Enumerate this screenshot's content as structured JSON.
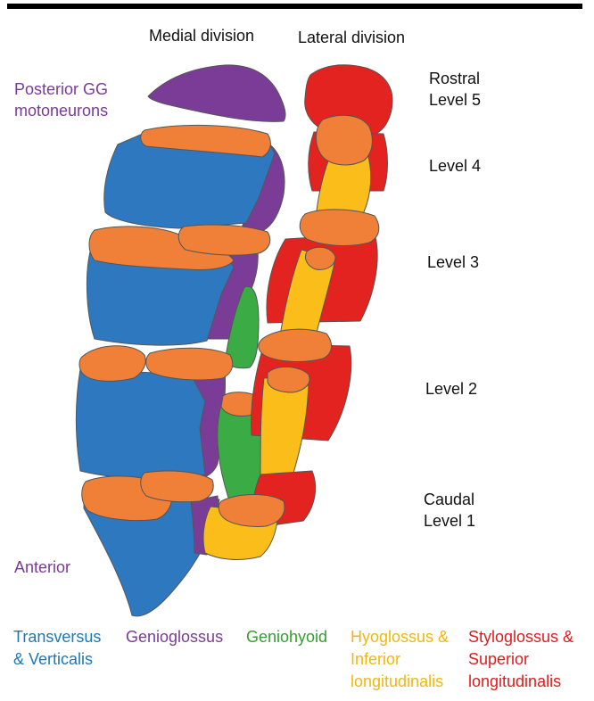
{
  "headers": {
    "medial": "Medial division",
    "lateral": "Lateral division"
  },
  "levels": [
    {
      "line1": "Rostral",
      "line2": "Level 5"
    },
    {
      "line1": "Level 4",
      "line2": ""
    },
    {
      "line1": "Level 3",
      "line2": ""
    },
    {
      "line1": "Level 2",
      "line2": ""
    },
    {
      "line1": "Caudal",
      "line2": "Level 1"
    }
  ],
  "annotations": {
    "posterior_line1": "Posterior GG",
    "posterior_line2": "motoneurons",
    "anterior": "Anterior"
  },
  "legend": [
    {
      "line1": "Transversus",
      "line2": "& Verticalis",
      "color": "#1f78b4"
    },
    {
      "line1": "Genioglossus",
      "line2": "",
      "color": "#7a3b96"
    },
    {
      "line1": "Geniohyoid",
      "line2": "",
      "color": "#33a02c"
    },
    {
      "line1": "Hyoglossus &",
      "line2": "Inferior",
      "line3": "longitudinalis",
      "color": "#f2b70d"
    },
    {
      "line1": "Styloglossus &",
      "line2": "Superior",
      "line3": "longitudinalis",
      "color": "#e31a1c"
    }
  ],
  "colors": {
    "transversus": "#2e78bf",
    "genioglossus": "#7b3c98",
    "geniohyoid": "#3aab45",
    "hyoglossus": "#fbbd1a",
    "styloglossus": "#e2231f",
    "cap": "#f08038"
  }
}
